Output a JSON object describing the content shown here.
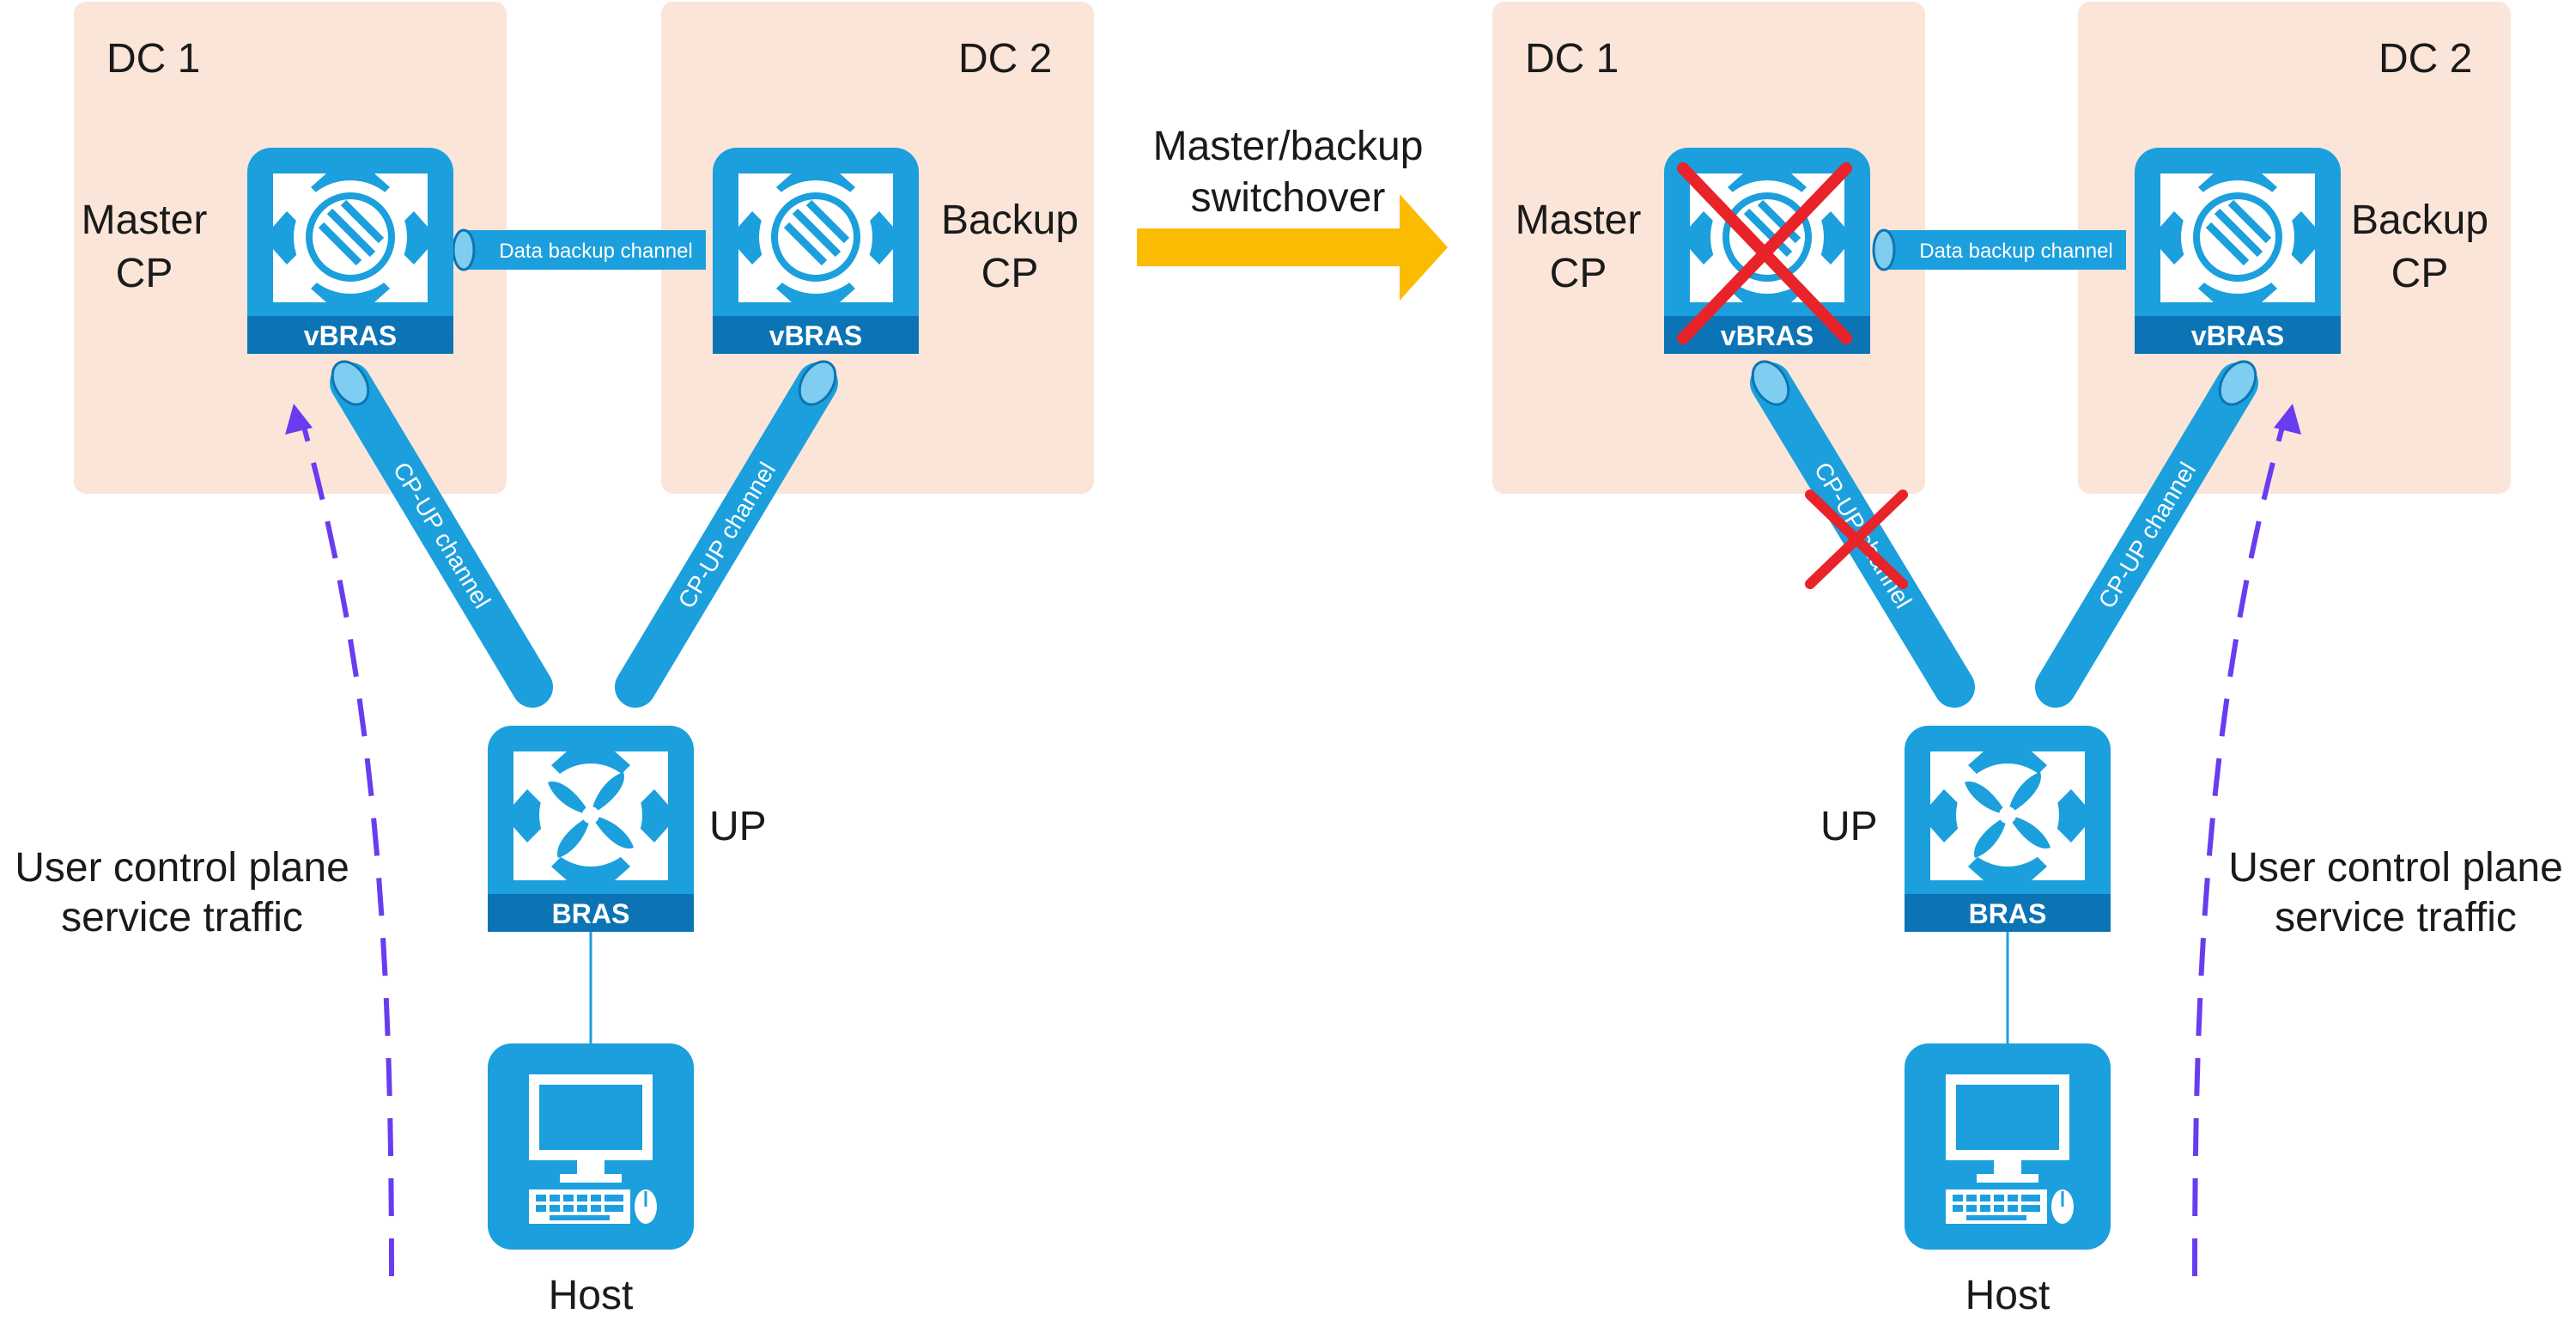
{
  "arrow_label": [
    "Master/backup",
    "switchover"
  ],
  "before": {
    "dc1": "DC 1",
    "dc2": "DC 2",
    "master_cp": [
      "Master",
      "CP"
    ],
    "backup_cp": [
      "Backup",
      "CP"
    ],
    "master_device": "vBRAS",
    "backup_device": "vBRAS",
    "data_channel": "Data backup channel",
    "cpup_left": "CP-UP channel",
    "cpup_right": "CP-UP channel",
    "up_label": "UP",
    "up_device": "BRAS",
    "host": "Host",
    "traffic": [
      "User control plane",
      "service traffic"
    ]
  },
  "after": {
    "dc1": "DC 1",
    "dc2": "DC 2",
    "master_cp": [
      "Master",
      "CP"
    ],
    "backup_cp": [
      "Backup",
      "CP"
    ],
    "master_device": "vBRAS",
    "backup_device": "vBRAS",
    "data_channel": "Data backup channel",
    "cpup_left": "CP-UP channel",
    "cpup_right": "CP-UP channel",
    "up_label": "UP",
    "up_device": "BRAS",
    "host": "Host",
    "traffic": [
      "User control plane",
      "service traffic"
    ]
  },
  "colors": {
    "dc_zone": "#fbe5d9",
    "device": "#1b9fdd",
    "device_band": "#0c74b4",
    "arrow": "#fbbb00",
    "traffic": "#6a3cf0",
    "failure": "#e8232a"
  }
}
